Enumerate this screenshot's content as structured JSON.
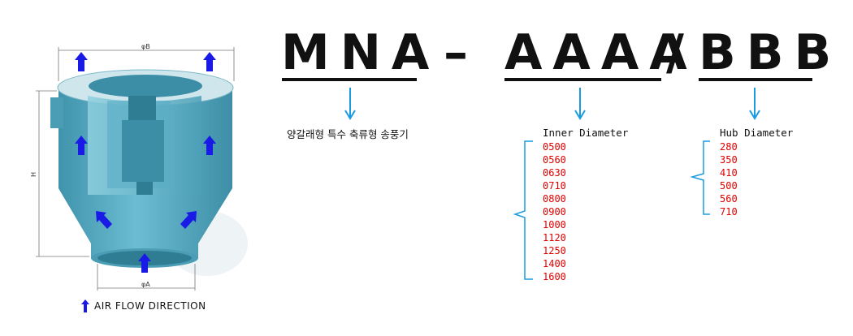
{
  "diagram": {
    "dimension_labels": {
      "top_diameter": "φB",
      "height": "H",
      "bottom_diameter": "φA"
    },
    "legend_label": "AIR FLOW DIRECTION",
    "code_parts": {
      "model": "MNA",
      "dash": "–",
      "inner": "AAAA",
      "slash": "/",
      "hub": "BBB"
    },
    "model_description": "양갈래형 특수 축류형 송풍기",
    "inner_diameter": {
      "title": "Inner Diameter",
      "options": [
        "0500",
        "0560",
        "0630",
        "0710",
        "0800",
        "0900",
        "1000",
        "1120",
        "1250",
        "1400",
        "1600"
      ]
    },
    "hub_diameter": {
      "title": "Hub Diameter",
      "options": [
        "280",
        "350",
        "410",
        "500",
        "560",
        "710"
      ]
    },
    "colors": {
      "fan_body": "#5aaec5",
      "airflow_arrow": "#1a1ae6",
      "pointer_arrow": "#1a9be0",
      "option_text": "#e00000"
    }
  }
}
